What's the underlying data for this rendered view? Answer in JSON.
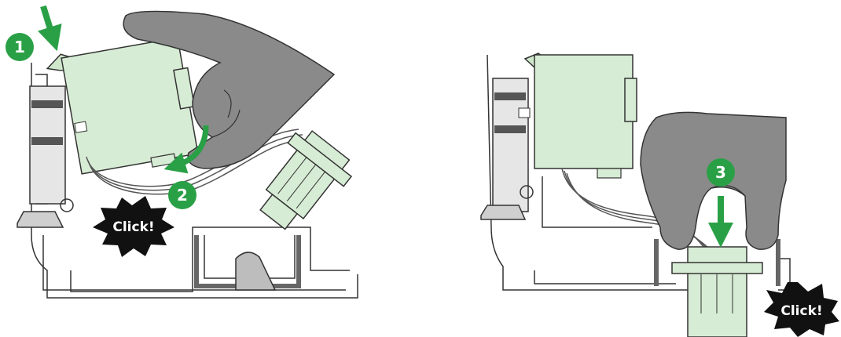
{
  "steps": [
    {
      "number": "1"
    },
    {
      "number": "2"
    },
    {
      "number": "3"
    }
  ],
  "callouts": [
    {
      "text": "Click!"
    },
    {
      "text": "Click!"
    }
  ],
  "colors": {
    "step_badge": "#2aa046",
    "arrow": "#2aa046",
    "module_fill": "#d6ecd4",
    "glove": "#8a8a8a",
    "housing": "#e6e6e6",
    "outline": "#333333",
    "starburst": "#111111"
  },
  "icons": {
    "arrow_down": "arrow-down-icon",
    "arrow_curved": "curved-arrow-icon"
  }
}
